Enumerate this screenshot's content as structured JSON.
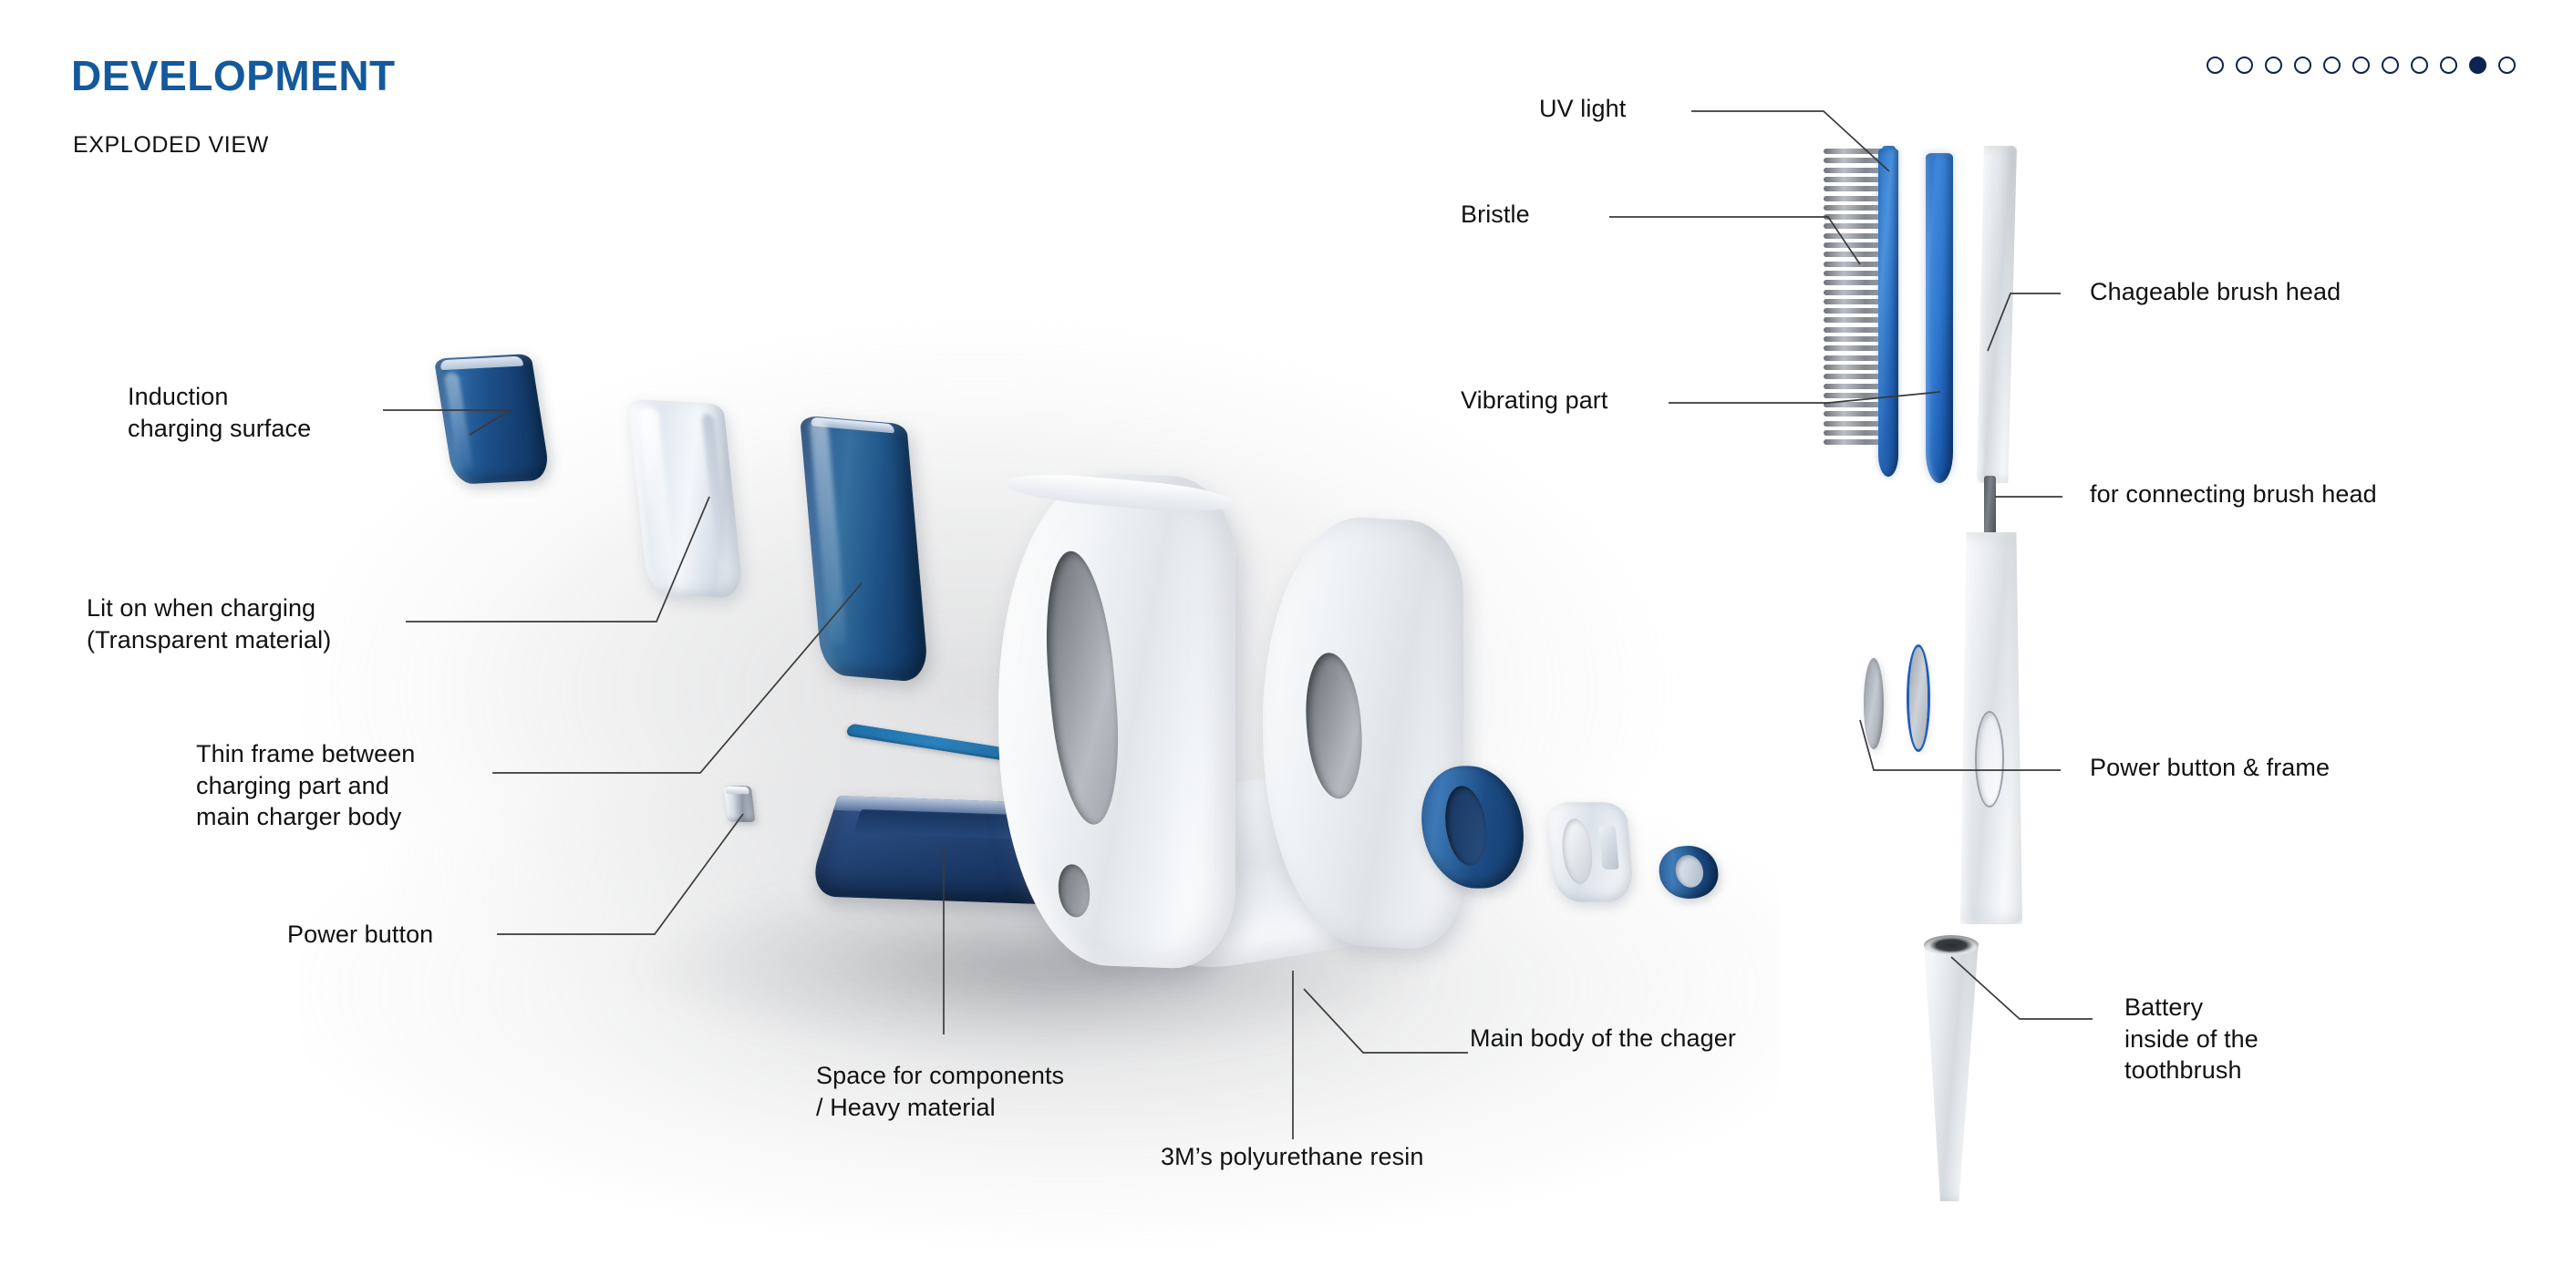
{
  "header": {
    "title": "DEVELOPMENT",
    "subtitle": "EXPLODED VIEW",
    "title_color": "#14599c"
  },
  "pagination": {
    "total": 11,
    "active_index": 10,
    "dot_color": "#0d2352"
  },
  "callouts": {
    "induction_charging_surface": "Induction\ncharging surface",
    "lit_on_when_charging": "Lit on when charging\n(Transparent material)",
    "thin_frame": "Thin frame between\ncharging part and\nmain charger body",
    "power_button": "Power button",
    "space_for_components": "Space for components\n/ Heavy material",
    "polyurethane_resin": "3M’s polyurethane resin",
    "main_body": "Main body of the chager",
    "uv_light": "UV light",
    "bristle": "Bristle",
    "vibrating_part": "Vibrating part",
    "chageable_brush_head": "Chageable brush head",
    "for_connecting_brush_head": "for connecting brush head",
    "power_button_and_frame": "Power button & frame",
    "battery_inside": "Battery\ninside of the\ntoothbrush"
  },
  "parts": {
    "induction_pad": "induction-charging-pad",
    "transparent_lens": "transparent-lens",
    "blue_frame": "blue-curved-frame",
    "blue_blade": "thin-blue-blade",
    "blue_tray": "blue-component-tray",
    "power_button_cylinder": "power-button-cylinder",
    "charger_body": "main-charger-body",
    "oval_ring": "blue-oval-ring",
    "clear_snap": "clear-snap-piece",
    "small_ring": "small-blue-ring",
    "bristle_block": "bristle-block",
    "uv_tip": "uv-light-tip",
    "head_blue_plate": "brush-head-blue-plate",
    "vibrating_blade": "vibrating-part-blade",
    "brush_neck": "chageable-brush-neck",
    "connect_pin": "brush-head-connector-pin",
    "handle": "toothbrush-handle",
    "power_disc_blue": "power-button-blue-frame-disc",
    "power_disc_gray": "power-button-gray-disc",
    "battery_cone": "battery-cone"
  },
  "colors": {
    "accent_blue": "#14599c",
    "navy": "#0d2352",
    "part_blue": "#1d4f88",
    "bright_blue": "#2f79d0",
    "background": "#ffffff",
    "label_text": "#111111",
    "leader_line": "#3a3a3a"
  }
}
